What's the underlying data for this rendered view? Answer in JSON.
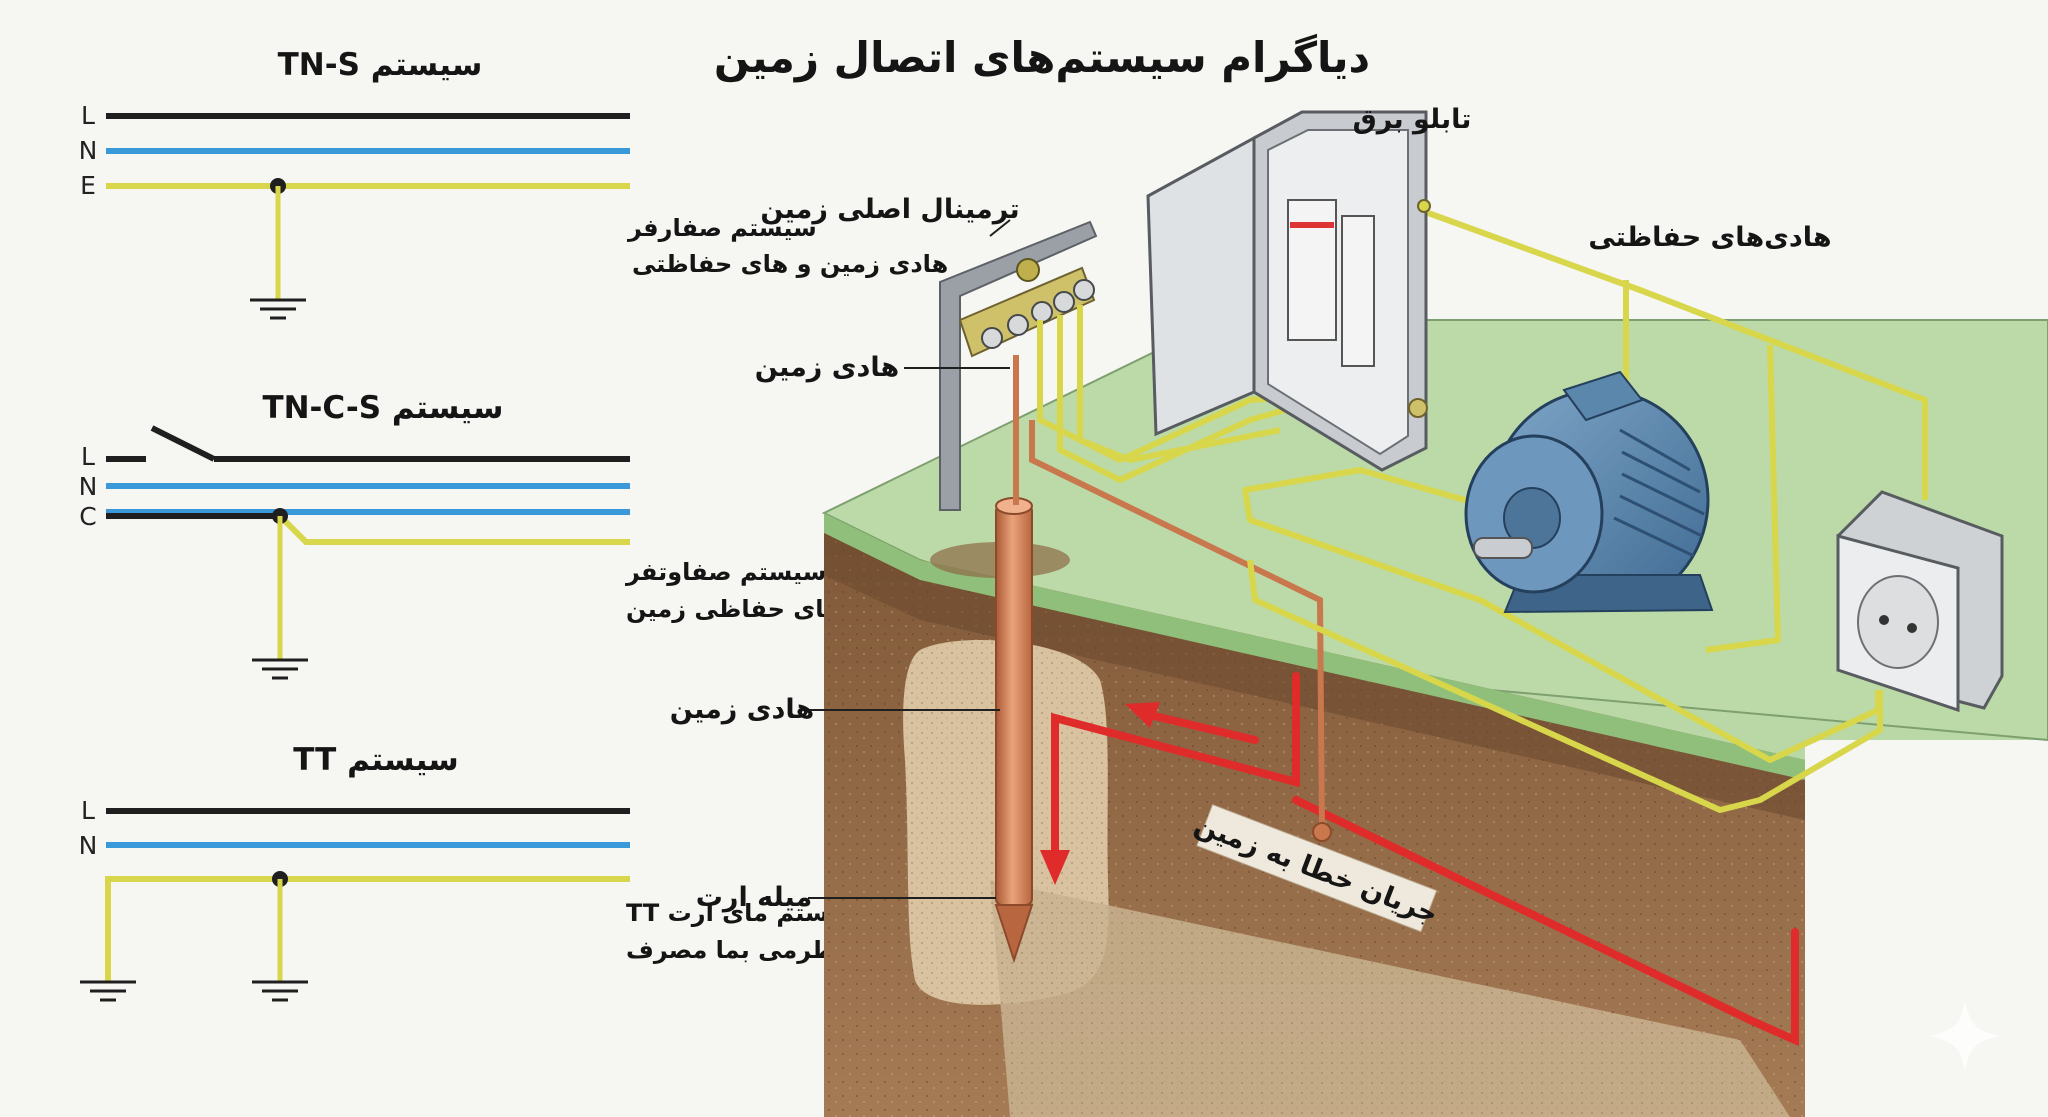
{
  "title": "دیاگرام سیستم‌های اتصال زمین",
  "systems": [
    {
      "title": "سیستم TN-S",
      "lines": [
        "L",
        "N",
        "E"
      ],
      "desc": [
        "سیستم صفارفر",
        "هادی زمین و های حفاظتی"
      ]
    },
    {
      "title": "سیستم TN-C-S",
      "lines": [
        "L",
        "N",
        "C"
      ],
      "desc": [
        "سیستم صفاوتفر",
        "هادی‌های حفاظی زمین"
      ]
    },
    {
      "title": "سیستم TT",
      "lines": [
        "L",
        "N"
      ],
      "desc": [
        "سیستم مای ارت TT",
        "طرمی بما مصرف"
      ]
    }
  ],
  "labels": {
    "panel": "تابلو برق",
    "main_terminal": "ترمینال اصلی زمین",
    "protective_conductors": "هادی‌های حفاظتی",
    "earth_conductor_top": "هادی زمین",
    "earth_conductor_mid": "هادی زمین",
    "earth_rod": "میله ارت",
    "fault_current": "جریان خطا به زمین"
  },
  "colors": {
    "line_L": "#1f1f1f",
    "line_N": "#3a9ad9",
    "line_E": "#d8d64a",
    "fault": "#e02b2b",
    "copper": "#c9774d",
    "grass": "#b9d8a6",
    "soil": "#9a6f49",
    "motor": "#5c87ad"
  },
  "icons": [
    "ground-symbol-icon",
    "switch-icon",
    "motor-icon",
    "socket-icon",
    "sparkle-icon"
  ]
}
